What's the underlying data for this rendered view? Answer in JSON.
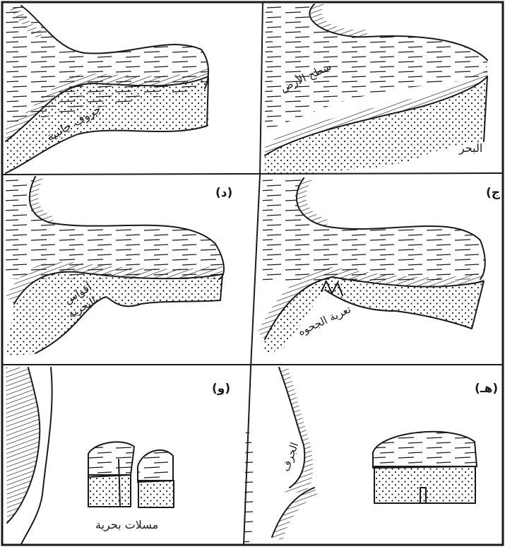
{
  "figure": {
    "panels": [
      {
        "id": "top-left",
        "letter": "",
        "labels": [
          "جروف جانبية"
        ]
      },
      {
        "id": "top-right",
        "letter": "",
        "labels": [
          "سطح الأرض",
          "البحر"
        ]
      },
      {
        "id": "middle-left",
        "letter": "(د)",
        "labels": [
          "أقواس",
          "البحرية"
        ]
      },
      {
        "id": "middle-right",
        "letter": "(ج",
        "labels": [
          "تعرية الجحوه"
        ]
      },
      {
        "id": "bottom-left",
        "letter": "(و)",
        "labels": [
          "مسلات بحرية"
        ]
      },
      {
        "id": "bottom-right",
        "letter": "(هـ)",
        "labels": [
          "الجرف"
        ]
      }
    ]
  }
}
